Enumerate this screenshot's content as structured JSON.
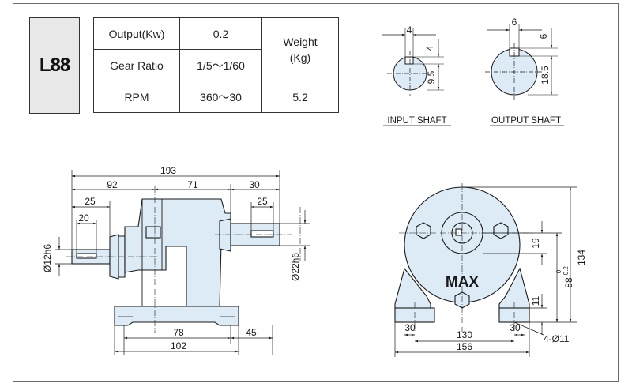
{
  "model": "L88",
  "spec_table": {
    "output_label": "Output(Kw)",
    "output_value": "0.2",
    "gear_ratio_label": "Gear  Ratio",
    "gear_ratio_value": "1/5～1/60",
    "rpm_label": "RPM",
    "rpm_value": "360～30",
    "weight_label_line1": "Weight",
    "weight_label_line2": "(Kg)",
    "weight_value": "5.2"
  },
  "input_shaft": {
    "caption": "INPUT SHAFT",
    "dim_width": "4",
    "dim_depth": "4",
    "dim_height": "9.5"
  },
  "output_shaft": {
    "caption": "OUTPUT SHAFT",
    "dim_width": "6",
    "dim_depth": "6",
    "dim_height": "18.5"
  },
  "side_view": {
    "dim_overall": "193",
    "dim_92": "92",
    "dim_71": "71",
    "dim_30": "30",
    "dim_25_left": "25",
    "dim_25_right": "25",
    "dim_20": "20",
    "dim_78": "78",
    "dim_45": "45",
    "dim_102": "102",
    "dia_input": "Ø12h6",
    "dia_output": "Ø22h6"
  },
  "front_view": {
    "brand": "MAX",
    "dim_134": "134",
    "dim_88": "88",
    "dim_88_tol_upper": "0",
    "dim_88_tol_lower": "-0.2",
    "dim_19": "19",
    "dim_11": "11",
    "dim_30_left": "30",
    "dim_130": "130",
    "dim_30_right": "30",
    "dim_156": "156",
    "holes": "4-Ø11"
  },
  "colors": {
    "body_fill": "#dcebf6",
    "line": "#1a1a1a",
    "model_box_fill": "#e8e8e8"
  }
}
